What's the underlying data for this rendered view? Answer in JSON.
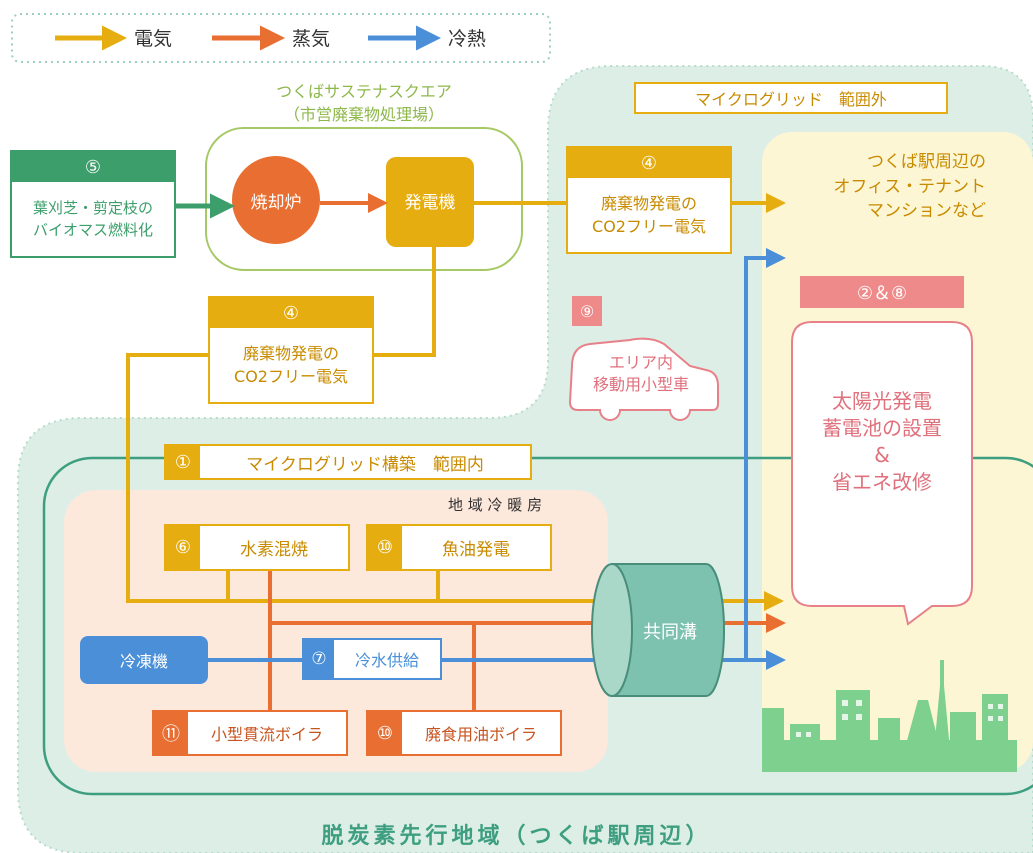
{
  "colors": {
    "electricity": "#e6ad10",
    "steam": "#e86e32",
    "cold": "#4a8fd8",
    "biomass": "#3c9e6a",
    "ringTeal": "#3d9e80",
    "pink": "#e8808a",
    "zoneGreen": "#dceee6",
    "zoneCream": "#fdf6d4",
    "zonePeach": "#fde8dc"
  },
  "legend": {
    "electricity": "電気",
    "steam": "蒸気",
    "cold": "冷熱"
  },
  "sustena": {
    "title": "つくばサステナスクエア",
    "subtitle": "（市営廃棄物処理場）",
    "incinerator": "焼却炉",
    "generator": "発電機"
  },
  "biomass": {
    "badge": "⑤",
    "text": "葉刈芝・剪定枝の\nバイオマス燃料化"
  },
  "co2free_top": {
    "badge": "④",
    "text": "廃棄物発電の\nCO2フリー電気"
  },
  "co2free_mid": {
    "badge": "④",
    "text": "廃棄物発電の\nCO2フリー電気"
  },
  "outside_label": "マイクログリッド　範囲外",
  "offices": "つくば駅周辺の\nオフィス・テナント\nマンションなど",
  "solar": {
    "badge": "②＆⑧",
    "text": "太陽光発電\n蓄電池の設置\n&\n省エネ改修"
  },
  "car": {
    "badge": "⑨",
    "text": "エリア内\n移動用小型車"
  },
  "microgrid": {
    "badge": "①",
    "text": "マイクログリッド構築　範囲内"
  },
  "district": {
    "title": "地 域 冷 暖 房",
    "hydrogen_badge": "⑥",
    "hydrogen": "水素混焼",
    "fishoil_badge": "⑩",
    "fishoil": "魚油発電",
    "chiller": "冷凍機",
    "coldwater_badge": "⑦",
    "coldwater": "冷水供給",
    "boiler_badge": "⑪",
    "boiler": "小型貫流ボイラ",
    "wasteoil_badge": "⑩",
    "wasteoil": "廃食用油ボイラ"
  },
  "tunnel": "共同溝",
  "footer": "脱炭素先行地域（つくば駅周辺）"
}
